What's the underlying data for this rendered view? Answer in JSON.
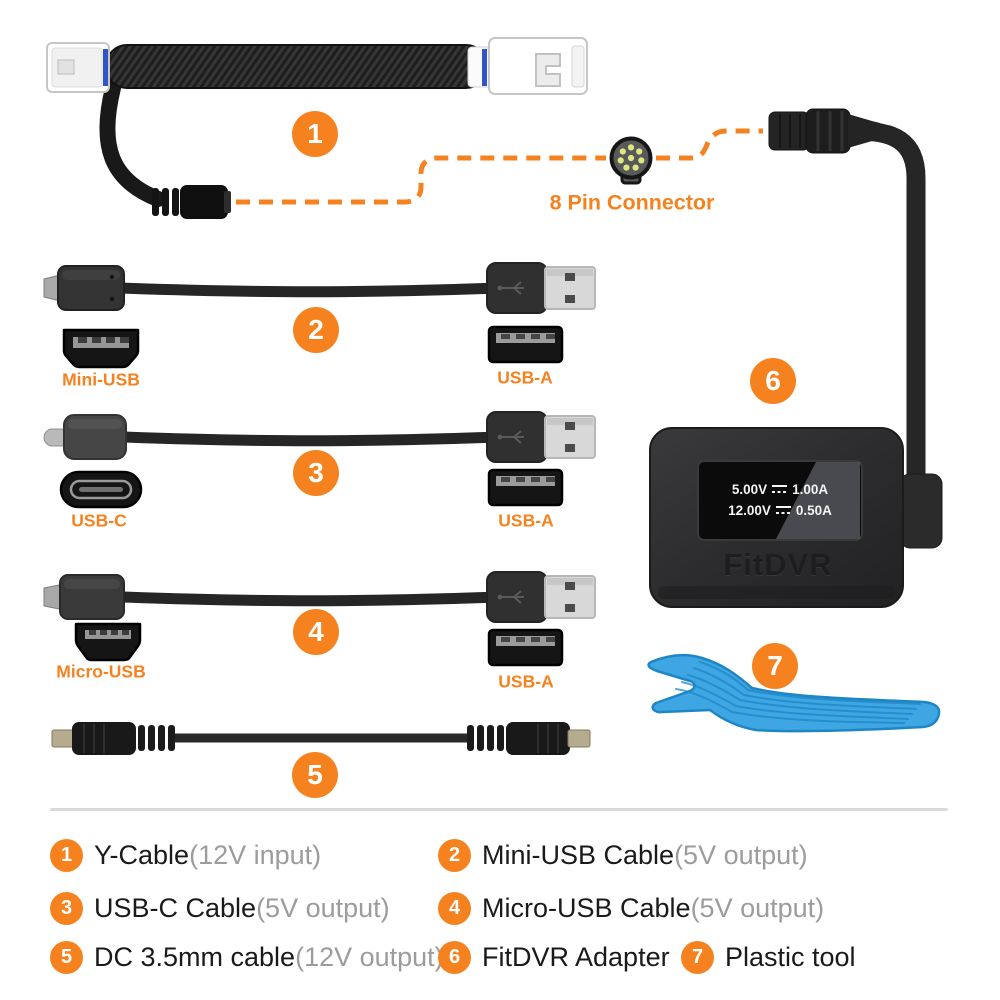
{
  "colors": {
    "accent_orange": "#F5821F",
    "muted_gray_text": "#9C9C9C",
    "dark_text": "#1A1A1A",
    "tool_blue": "#3EA6E2"
  },
  "markers": {
    "m1": "1",
    "m2": "2",
    "m3": "3",
    "m4": "4",
    "m5": "5",
    "m6": "6",
    "m7": "7"
  },
  "callout": {
    "eight_pin_label": "8 Pin Connector"
  },
  "port_labels": {
    "mini_usb": "Mini-USB",
    "usb_a": "USB-A",
    "usb_c": "USB-C",
    "micro_usb": "Micro-USB"
  },
  "adapter": {
    "brand": "FitDVR",
    "display": {
      "line1": {
        "volts": "5.00V",
        "amps": "1.00A"
      },
      "line2": {
        "volts": "12.00V",
        "amps": "0.50A"
      }
    }
  },
  "legend": {
    "items": [
      {
        "num": "1",
        "name": "Y-Cable",
        "spec": "(12V input)"
      },
      {
        "num": "2",
        "name": "Mini-USB Cable",
        "spec": "(5V output)"
      },
      {
        "num": "3",
        "name": "USB-C Cable",
        "spec": "(5V output)"
      },
      {
        "num": "4",
        "name": "Micro-USB Cable",
        "spec": "(5V output)"
      },
      {
        "num": "5",
        "name": "DC 3.5mm cable",
        "spec": "(12V output)"
      },
      {
        "num": "6",
        "name": "FitDVR Adapter",
        "spec": ""
      },
      {
        "num": "7",
        "name": "Plastic tool",
        "spec": ""
      }
    ]
  }
}
